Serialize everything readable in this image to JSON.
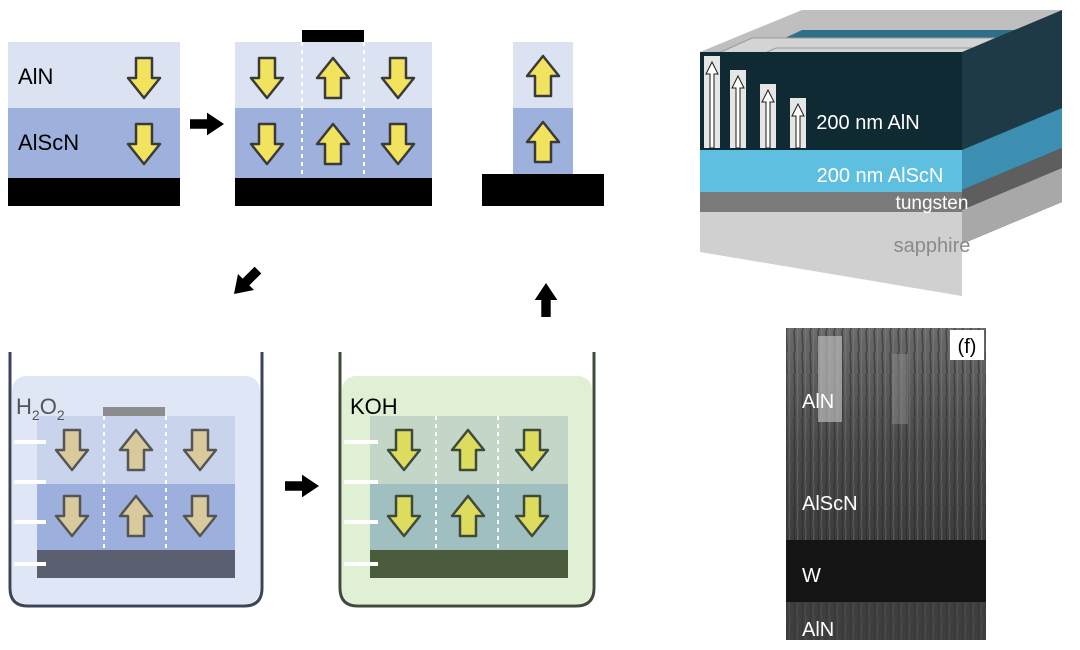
{
  "process": {
    "stack": {
      "top_layer": "AlN",
      "bottom_layer": "AlScN"
    },
    "bath_1": {
      "chem_main": "H",
      "sub_1": "2",
      "chem_mid": "O",
      "sub_2": "2"
    },
    "bath_2": {
      "chem": "KOH"
    }
  },
  "device": {
    "layer_aln": "200 nm AlN",
    "layer_alscn": "200 nm AlScN",
    "layer_tungsten": "tungsten",
    "layer_sapphire": "sapphire"
  },
  "tem": {
    "panel_label": "(f)",
    "label_aln_top": "AlN",
    "label_alscn": "AlScN",
    "label_w": "W",
    "label_aln_bottom": "AlN"
  },
  "colors": {
    "aln_light": "#dbe3f2",
    "alscn_blue": "#9db1dc",
    "arrow_yellow": "#f2e35e",
    "bath_blue": "#dfe6f5",
    "bath_green": "#e0f0d4",
    "device_aln": "#0f2a33",
    "device_alscn": "#5fbfe0",
    "tungsten": "#7a7a7a",
    "sapphire": "#d0d0d0"
  }
}
